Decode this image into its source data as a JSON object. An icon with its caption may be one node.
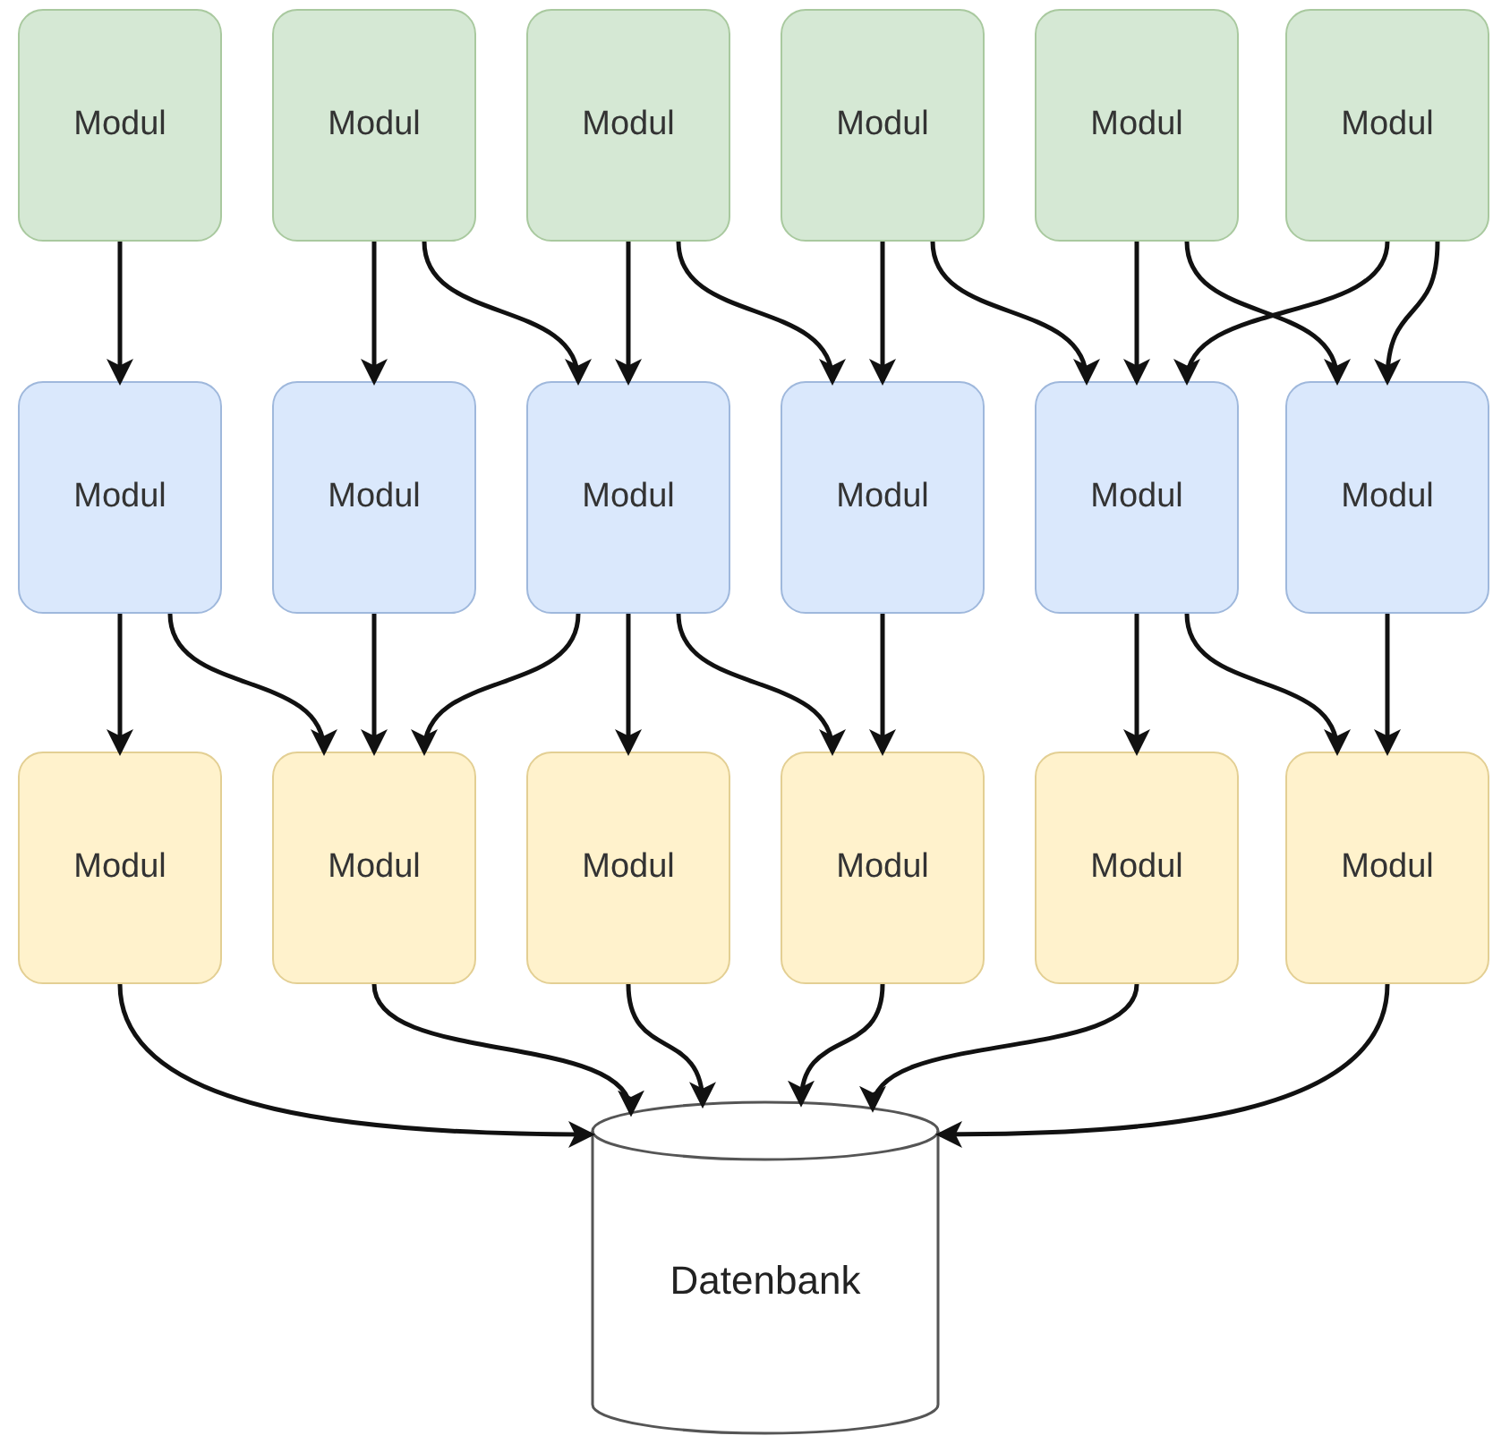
{
  "diagram": {
    "nodes": [
      {
        "text": [
          "Modul"
        ]
      },
      {
        "text": [
          "Modul"
        ]
      },
      {
        "text": [
          "Modul"
        ]
      },
      {
        "text": [
          "Modul"
        ]
      },
      {
        "text": [
          "Modul"
        ]
      },
      {
        "text": [
          "Modul"
        ]
      },
      {
        "text": [
          "Modul"
        ]
      },
      {
        "text": [
          "Modul"
        ]
      },
      {
        "text": [
          "Modul"
        ]
      },
      {
        "text": [
          "Modul"
        ]
      },
      {
        "text": [
          "Modul"
        ]
      },
      {
        "text": [
          "Modul"
        ]
      },
      {
        "text": [
          "Modul"
        ]
      },
      {
        "text": [
          "Modul"
        ]
      },
      {
        "text": [
          "Modul"
        ]
      },
      {
        "text": [
          "Modul"
        ]
      },
      {
        "text": [
          "Modul"
        ]
      },
      {
        "text": [
          "Modul"
        ]
      },
      {
        "text": [
          "Datenbank"
        ]
      }
    ],
    "edges": [
      {
        "from": 0,
        "to": 6,
        "arrow": "to"
      },
      {
        "from": 1,
        "to": 7,
        "arrow": "to"
      },
      {
        "from": 1,
        "to": 8,
        "arrow": "to"
      },
      {
        "from": 2,
        "to": 8,
        "arrow": "to"
      },
      {
        "from": 2,
        "to": 9,
        "arrow": "to"
      },
      {
        "from": 3,
        "to": 9,
        "arrow": "to"
      },
      {
        "from": 3,
        "to": 10,
        "arrow": "to"
      },
      {
        "from": 4,
        "to": 10,
        "arrow": "to"
      },
      {
        "from": 4,
        "to": 11,
        "arrow": "to"
      },
      {
        "from": 5,
        "to": 10,
        "arrow": "to"
      },
      {
        "from": 5,
        "to": 11,
        "arrow": "to"
      },
      {
        "from": 6,
        "to": 12,
        "arrow": "to"
      },
      {
        "from": 6,
        "to": 13,
        "arrow": "to"
      },
      {
        "from": 7,
        "to": 13,
        "arrow": "to"
      },
      {
        "from": 8,
        "to": 13,
        "arrow": "to"
      },
      {
        "from": 8,
        "to": 14,
        "arrow": "to"
      },
      {
        "from": 8,
        "to": 15,
        "arrow": "to"
      },
      {
        "from": 9,
        "to": 15,
        "arrow": "to"
      },
      {
        "from": 10,
        "to": 16,
        "arrow": "to"
      },
      {
        "from": 10,
        "to": 17,
        "arrow": "to"
      },
      {
        "from": 11,
        "to": 17,
        "arrow": "to"
      },
      {
        "from": 12,
        "to": 18,
        "arrow": "to"
      },
      {
        "from": 13,
        "to": 18,
        "arrow": "to"
      },
      {
        "from": 14,
        "to": 18,
        "arrow": "to"
      },
      {
        "from": 15,
        "to": 18,
        "arrow": "to"
      },
      {
        "from": 16,
        "to": 18,
        "arrow": "to"
      },
      {
        "from": 17,
        "to": 18,
        "arrow": "to"
      }
    ]
  }
}
